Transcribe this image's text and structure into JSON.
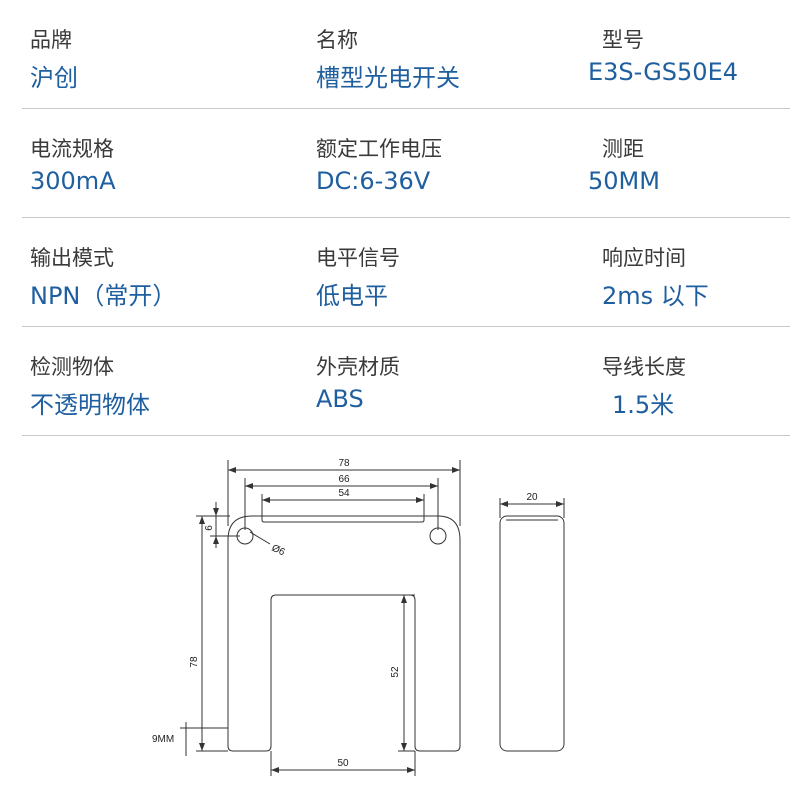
{
  "specs": [
    [
      {
        "label": "品牌",
        "value": "沪创"
      },
      {
        "label": "名称",
        "value": "槽型光电开关"
      },
      {
        "label": "型号",
        "value": "E3S-GS50E4"
      }
    ],
    [
      {
        "label": "电流规格",
        "value": "300mA"
      },
      {
        "label": "额定工作电压",
        "value": "DC:6-36V"
      },
      {
        "label": "测距",
        "value": "50MM"
      }
    ],
    [
      {
        "label": "输出模式",
        "value": "NPN（常开）"
      },
      {
        "label": "电平信号",
        "value": "低电平"
      },
      {
        "label": "响应时间",
        "value": "2ms 以下"
      }
    ],
    [
      {
        "label": "检测物体",
        "value": "不透明物体"
      },
      {
        "label": "外壳材质",
        "value": "ABS"
      },
      {
        "label": "导线长度",
        "value": "1.5米"
      }
    ]
  ],
  "drawing": {
    "dims": {
      "width_total": "78",
      "hole_pitch": "66",
      "slot_opening_top": "54",
      "thickness": "20",
      "hole_offset": "6",
      "hole_diameter": "Ø6",
      "height_total": "78",
      "slot_depth": "52",
      "foot_height": "9MM",
      "slot_width": "50"
    }
  }
}
